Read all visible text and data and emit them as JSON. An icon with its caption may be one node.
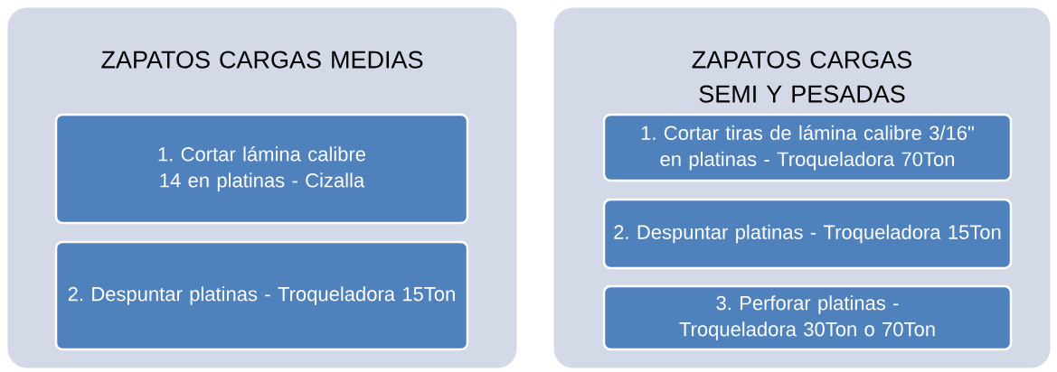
{
  "diagram": {
    "nodes": [
      {
        "text": [
          "ZAPATOS CARGAS MEDIAS"
        ]
      },
      {
        "text": [
          "1. Cortar lámina calibre 14 en platinas - Cizalla"
        ],
        "in": 0
      },
      {
        "text": [
          "2. Despuntar platinas - Troqueladora 15Ton"
        ],
        "in": 0
      },
      {
        "text": [
          "ZAPATOS CARGAS SEMI Y PESADAS"
        ]
      },
      {
        "text": [
          "1. Cortar tiras de lámina calibre 3/16\" en platinas - Troqueladora 70Ton"
        ],
        "in": 3
      },
      {
        "text": [
          "2. Despuntar platinas - Troqueladora 15Ton"
        ],
        "in": 3
      },
      {
        "text": [
          "3. Perforar platinas - Troqueladora 30Ton o 70Ton"
        ],
        "in": 3
      }
    ]
  }
}
